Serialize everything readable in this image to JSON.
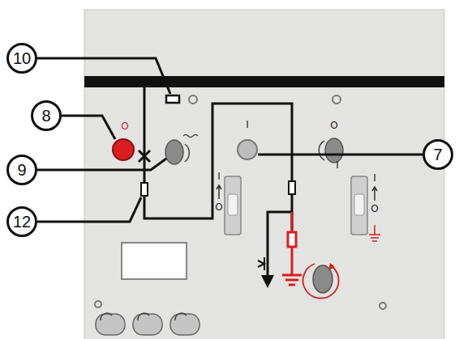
{
  "diagram": {
    "nodes": [
      {
        "text": [
          "10"
        ]
      },
      {
        "text": [
          "8"
        ]
      },
      {
        "text": [
          "9"
        ]
      },
      {
        "text": [
          "12"
        ]
      },
      {
        "text": [
          "7"
        ]
      }
    ],
    "labels": [
      "O",
      "I",
      "O",
      "I",
      "I",
      "O",
      "I",
      "O"
    ]
  }
}
